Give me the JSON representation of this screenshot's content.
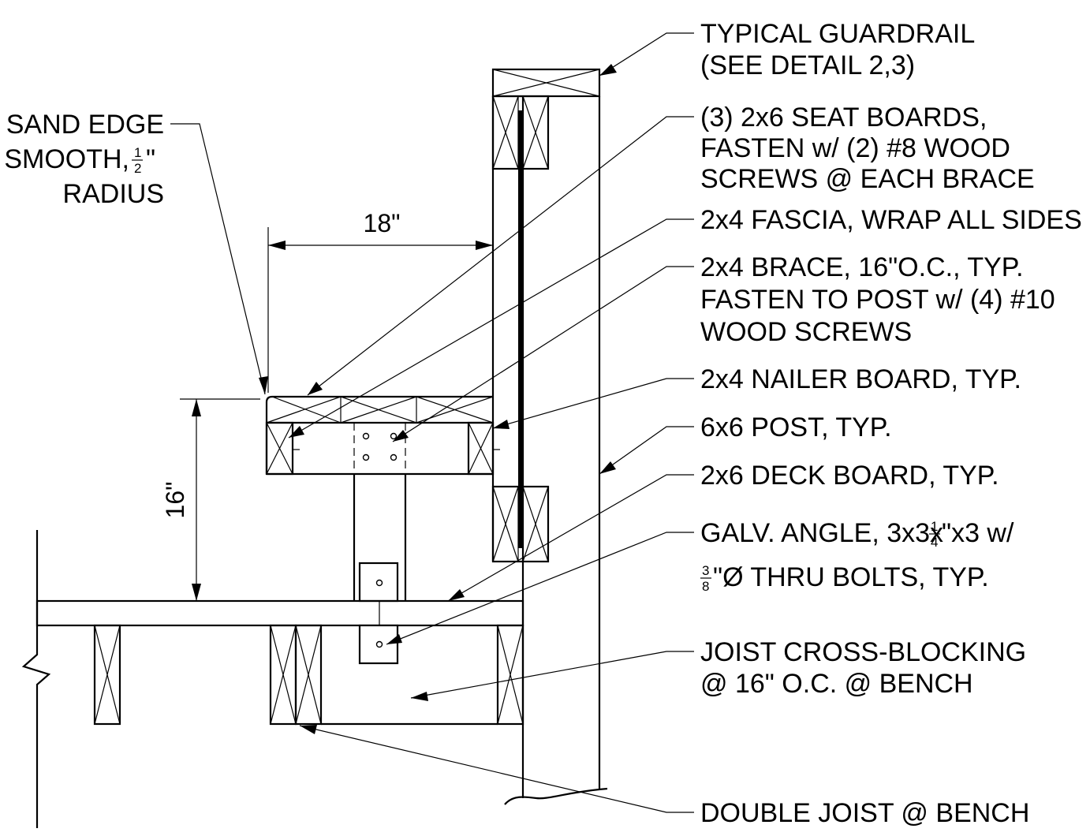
{
  "callouts": {
    "guardrail": [
      "TYPICAL GUARDRAIL",
      "(SEE DETAIL 2,3)"
    ],
    "seat_boards": [
      "(3) 2x6 SEAT BOARDS,",
      "FASTEN w/ (2) #8 WOOD",
      "SCREWS @ EACH BRACE"
    ],
    "fascia": [
      "2x4 FASCIA, WRAP ALL SIDES"
    ],
    "brace": [
      "2x4 BRACE, 16\"O.C., TYP.",
      "FASTEN TO POST w/ (4) #10",
      "WOOD SCREWS"
    ],
    "nailer": [
      "2x4 NAILER BOARD, TYP."
    ],
    "post": [
      "6x6 POST, TYP."
    ],
    "deck_board": [
      "2x6 DECK BOARD, TYP."
    ],
    "angle": {
      "line1_pre": "GALV. ANGLE, 3x3x",
      "frac1_num": "1",
      "frac1_den": "4",
      "line1_post": "\"x3 w/",
      "frac2_num": "3",
      "frac2_den": "8",
      "line2_post": "\"Ø THRU BOLTS, TYP."
    },
    "cross_blocking": [
      "JOIST CROSS-BLOCKING",
      "@ 16\" O.C. @ BENCH"
    ],
    "double_joist": [
      "DOUBLE JOIST @ BENCH"
    ],
    "sand_edge": {
      "line1": "SAND EDGE",
      "line2_pre": "SMOOTH, ",
      "frac_num": "1",
      "frac_den": "2",
      "line2_post": "\"",
      "line3": "RADIUS"
    }
  },
  "dimensions": {
    "seat_depth": "18\"",
    "seat_height": "16\""
  }
}
